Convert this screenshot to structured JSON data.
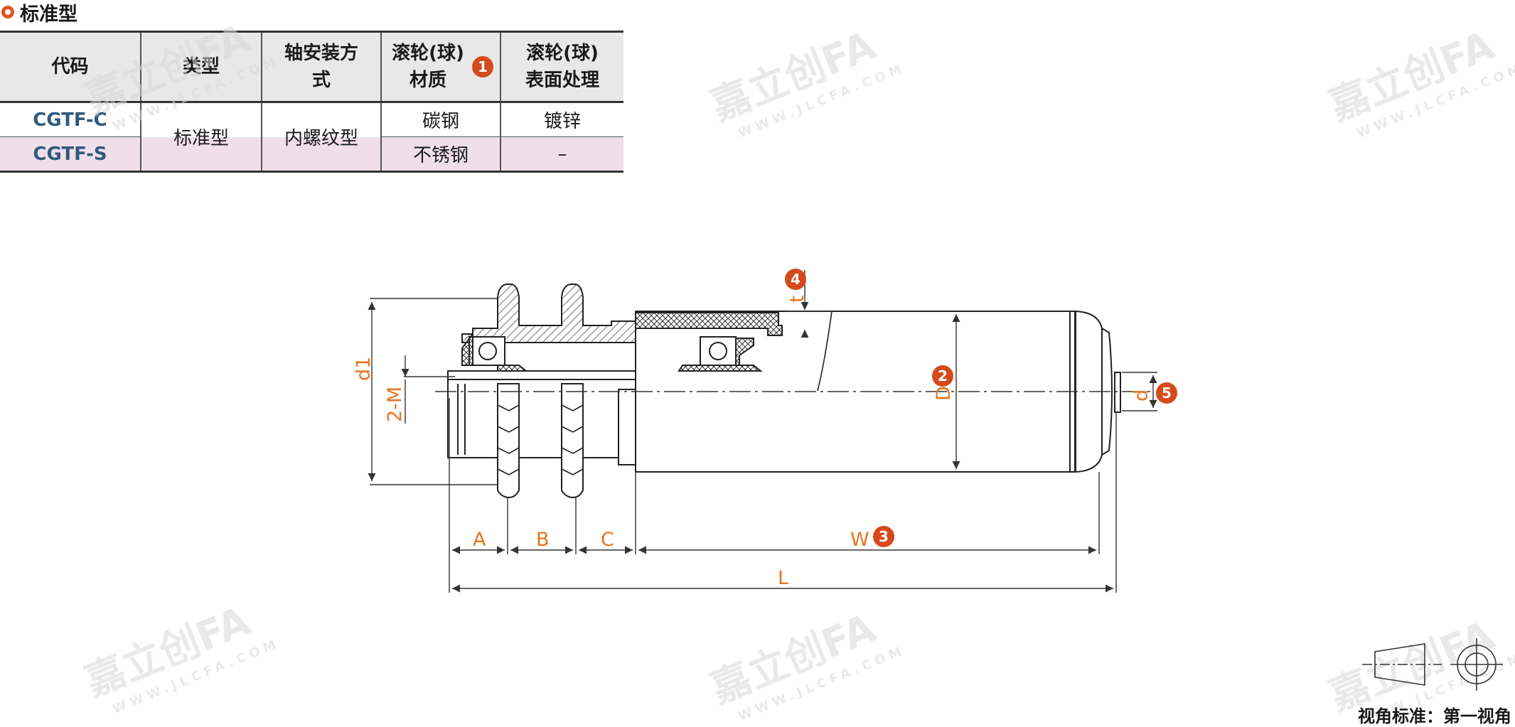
{
  "section_title": "标准型",
  "table": {
    "headers": [
      "代码",
      "类型",
      "轴安装方式",
      "滚轮(球)材质",
      "滚轮(球)表面处理"
    ],
    "header_badge": "1",
    "rows": [
      {
        "code": "CGTF-C",
        "type": "标准型",
        "mount": "内螺纹型",
        "material": "碳钢",
        "surface": "镀锌"
      },
      {
        "code": "CGTF-S",
        "type": "标准型",
        "mount": "内螺纹型",
        "material": "不锈钢",
        "surface": "–"
      }
    ]
  },
  "drawing": {
    "labels": {
      "A": "A",
      "B": "B",
      "C": "C",
      "W": "W",
      "L": "L",
      "D": "D",
      "d1": "d1",
      "d": "d",
      "t": "t",
      "thread": "2-M"
    },
    "badges": {
      "t": "4",
      "D": "2",
      "W": "3",
      "d": "5"
    }
  },
  "projection_standard": "视角标准：第一视角",
  "watermark_text": "嘉立创FA",
  "watermark_url": "WWW.JLCFA.COM",
  "colors": {
    "accent": "#e2541e",
    "dimension": "#e8741e",
    "code": "#2f5b7c",
    "row_highlight": "#f0dfea"
  }
}
